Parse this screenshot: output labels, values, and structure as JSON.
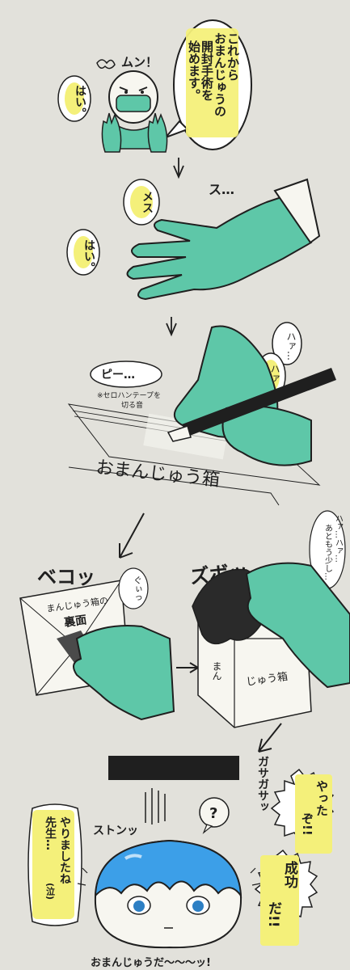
{
  "panels": {
    "intro": {
      "speech_doctor": [
        "これから",
        "おまんじゅうの",
        "開封手術を",
        "始めます。"
      ],
      "huff_sfx": "ムン！",
      "reply_hai": "はい。"
    },
    "scalpel": {
      "sfx_su": "ス…",
      "call_mesu": "メス",
      "reply_hai": "はい。"
    },
    "cutting": {
      "sfx_pii": "ピー…",
      "note_lines": [
        "※セロハンテープを",
        "切る音"
      ],
      "breath_1": "ハァ…",
      "breath_2": "ハァ…",
      "box_label": "おまんじゅう箱"
    },
    "opening": {
      "sfx_bekoh": "ベコッ",
      "box_back_lines": [
        "まんじゅう箱の",
        "裏面"
      ],
      "sfx_gui": "ぐぃっ",
      "sfx_zubo": "ズボッ",
      "whisper": [
        "ハァ…ハァ…",
        "あともう少し…"
      ],
      "box_side_left": "まん",
      "box_side_right": "じゅう箱"
    },
    "finale": {
      "sfx_gasagasa": "ガサガサッ",
      "sfx_suton": "ストンッ",
      "question": "?",
      "yatta": [
        "やった",
        "ぞ!!"
      ],
      "seikou": [
        "成功",
        "だ!!"
      ],
      "yarimashita": [
        "やりましたね",
        "先生…",
        "(泣)"
      ],
      "caption": "おまんじゅうだ〜〜〜ッ!"
    }
  },
  "colors": {
    "background": "#e2e1db",
    "glove": "#5ec7a8",
    "glove_dark": "#3d9b80",
    "highlight_yellow": "#f4f07a",
    "manju_blue": "#3c9fe8",
    "ink": "#1f1f1f"
  }
}
